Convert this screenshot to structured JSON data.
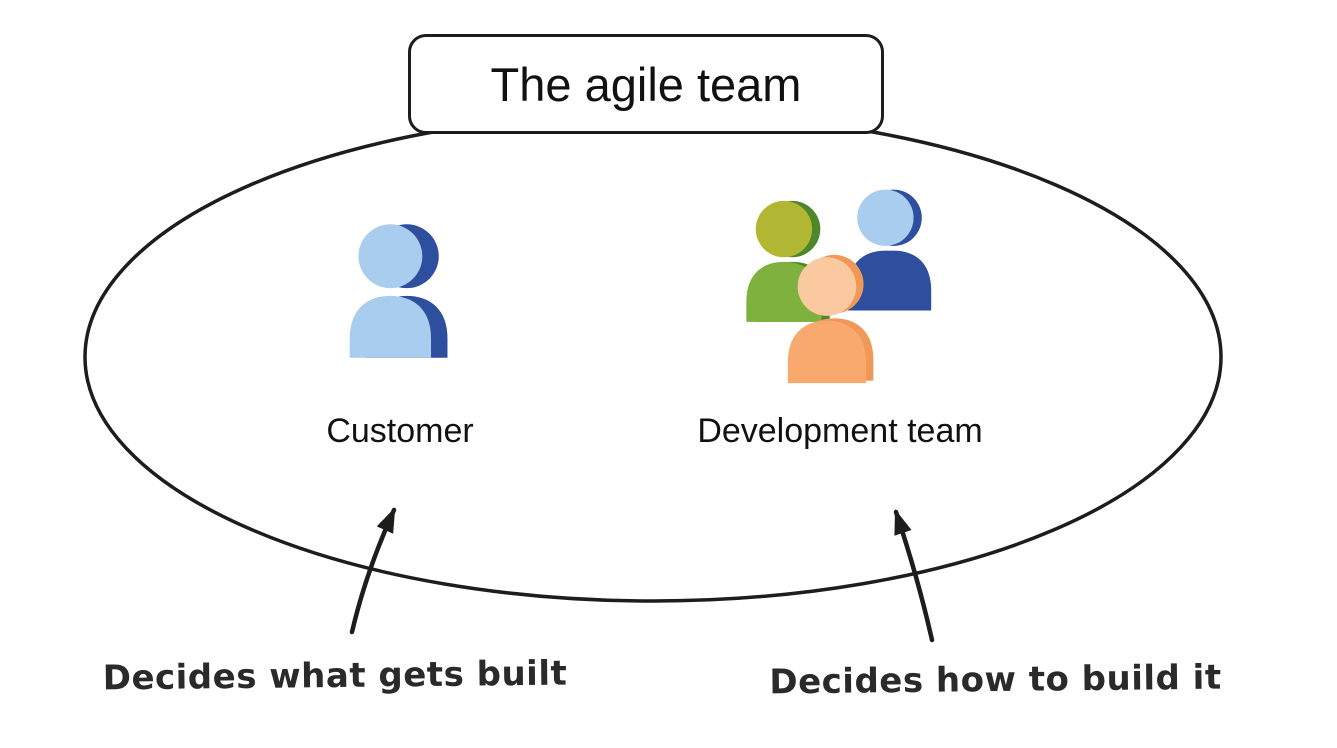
{
  "title": "The agile team",
  "team": {
    "customer": {
      "label": "Customer",
      "annotation": "Decides what gets built"
    },
    "development": {
      "label": "Development team",
      "annotation": "Decides how to build it"
    }
  },
  "colors": {
    "outline": "#1d1d1b",
    "navy": "#2d4f9e",
    "light_blue": "#a9cdee",
    "olive": "#b2b733",
    "green": "#7eb13e",
    "dark_green": "#4c872a",
    "peach": "#fac9a0",
    "orange": "#f9a96e",
    "dark_orange": "#ef9857",
    "ink": "#1d1d1b"
  }
}
